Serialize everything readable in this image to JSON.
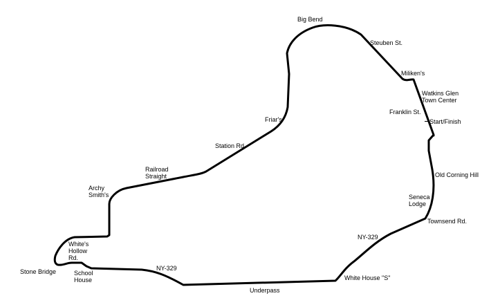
{
  "map": {
    "track_color": "#000000",
    "background": "#ffffff",
    "labels": {
      "big_bend": "Big Bend",
      "steuben": "Steuben St.",
      "millikens": "Miliken's",
      "watkins": "Watkins Glen\nTown Center",
      "franklin": "Franklin St.",
      "start_finish": "Start/Finish",
      "friars": "Friar's",
      "station": "Station Rd.",
      "railroad": "Railroad\nStraight",
      "archy": "Archy\nSmith's",
      "old_corning": "Old Corning Hill",
      "seneca": "Seneca\nLodge",
      "townsend": "Townsend Rd.",
      "ny329_right": "NY-329",
      "whites_hollow": "White's\nHollow\nRd.",
      "stone_bridge": "Stone Bridge",
      "school_house": "School\nHouse",
      "ny329_left": "NY-329",
      "underpass": "Underpass",
      "white_house_s": "White House \"S\""
    }
  }
}
